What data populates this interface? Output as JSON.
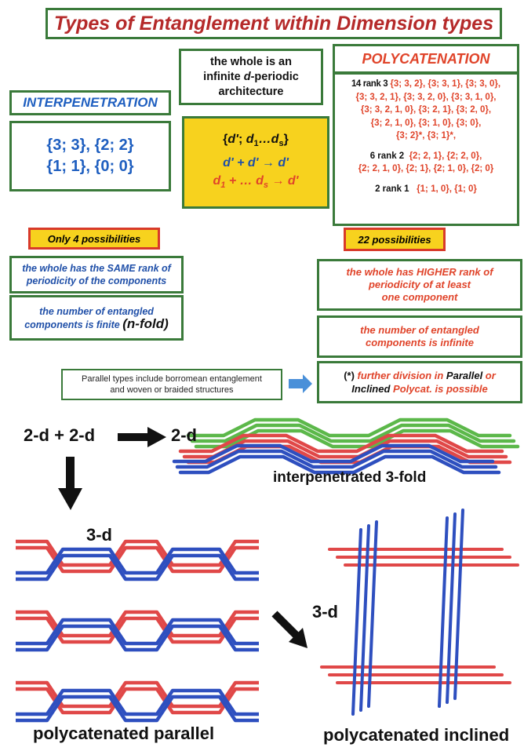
{
  "title": "Types of Entanglement  within Dimension types",
  "whole": {
    "line1": "the whole is an",
    "line2a": "infinite ",
    "line2b": "d",
    "line2c": "-periodic",
    "line3": "architecture"
  },
  "interpenetration": {
    "heading": "INTERPENETRATION",
    "line1": "{3; 3}, {2; 2}",
    "line2": "{1; 1}, {0; 0}"
  },
  "formula": {
    "line1": "{d'; d1...ds}",
    "line2": "d' + d' → d'",
    "line3": "d1 + ... ds → d'"
  },
  "polycatenation": {
    "heading": "POLYCATENATION",
    "rank3_label": "14 rank 3",
    "rank3_lines": [
      "{3; 3, 2}, {3; 3, 1}, {3; 3, 0},",
      "{3; 3, 2, 1}, {3; 3, 2, 0}, {3; 3, 1, 0},",
      "{3; 3, 2, 1, 0}, {3; 2, 1}, {3; 2, 0},",
      "{3; 2, 1, 0}, {3; 1, 0}, {3; 0},",
      "{3; 2}*, {3; 1}*,"
    ],
    "rank2_label": "6 rank 2",
    "rank2_lines": [
      "{2; 2, 1}, {2; 2, 0},",
      "{2; 2, 1, 0}, {2; 1}, {2; 1, 0}, {2; 0}"
    ],
    "rank1_label": "2 rank 1",
    "rank1_text": "{1; 1, 0}, {1; 0}"
  },
  "only4": "Only 4 possibilities",
  "poss22": "22 possibilities",
  "same_rank": {
    "line1": "the whole has the SAME rank of",
    "line2": "periodicity of the components"
  },
  "finite": {
    "line1": "the number of entangled",
    "line2": "components is finite",
    "nfold": "(n-fold)"
  },
  "higher": {
    "line1": "the whole has HIGHER rank of",
    "line2": "periodicity of at least",
    "line3": "one component"
  },
  "infinite": {
    "line1": "the number of entangled",
    "line2": "components is infinite"
  },
  "further": {
    "star": "(*)",
    "t1": " further division in ",
    "t2": "Parallel",
    "t3": " or",
    "t4": "Inclined",
    "t5": " Polycat. is possible"
  },
  "parallel_note": {
    "line1": "Parallel types include borromean entanglement",
    "line2": "and woven or braided structures"
  },
  "figure": {
    "equation": "2-d + 2-d",
    "result": "2-d",
    "dim3_a": "3-d",
    "dim3_b": "3-d",
    "caption_interpenetrated": "interpenetrated 3-fold",
    "caption_parallel": "polycatenated parallel",
    "caption_inclined": "polycatenated inclined"
  },
  "colors": {
    "blue": "#2e4fbf",
    "red": "#e04848",
    "green": "#5cb84a",
    "frame": "#3a7a3a",
    "yellow": "#f7d21e",
    "arrow_blue": "#4a90d9"
  }
}
